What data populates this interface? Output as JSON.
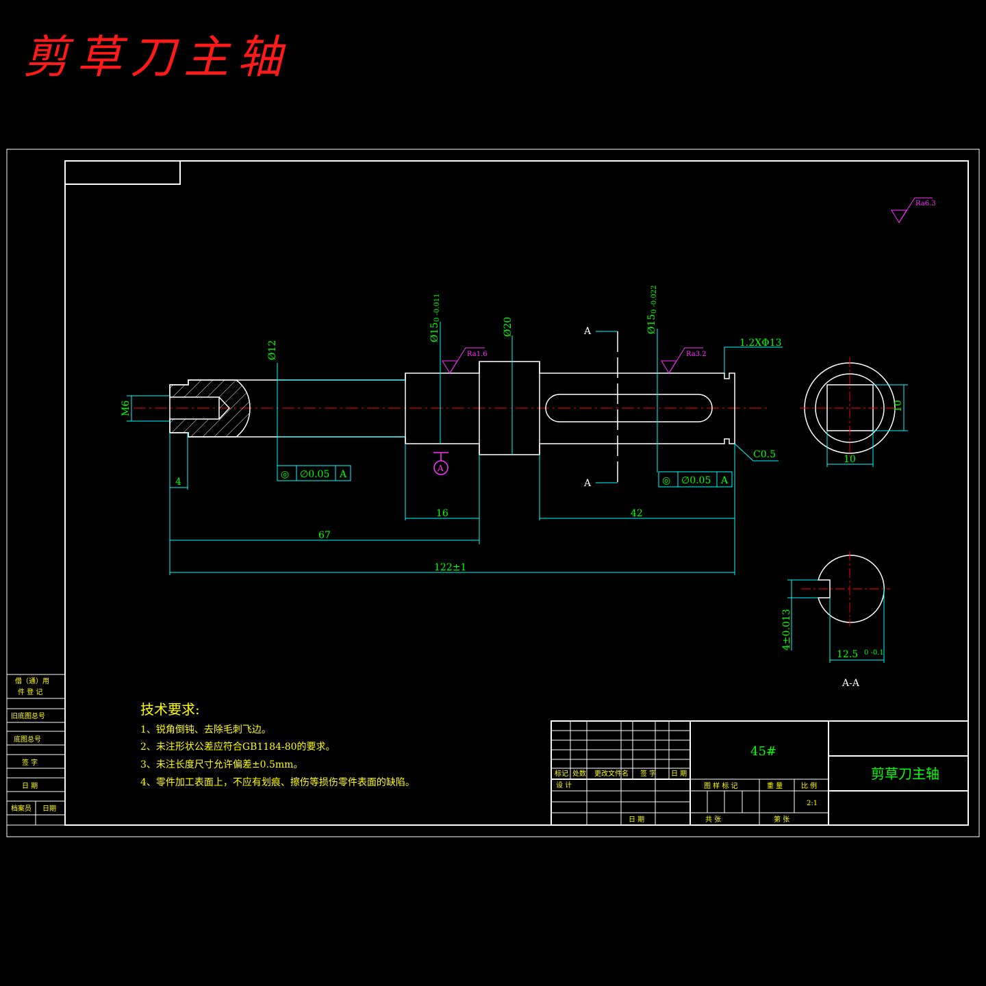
{
  "heading": "剪草刀主轴",
  "shaft_dims": {
    "m6": "M6",
    "d12": "Ø12",
    "d15a": "Ø15",
    "d15a_tol": "0 -0.011",
    "d20": "Ø20",
    "d15b": "Ø15",
    "d15b_tol": "0 -0.022",
    "groove": "1.2XΦ13",
    "chamfer": "C0.5",
    "len4": "4",
    "len16": "16",
    "len42": "42",
    "len67": "67",
    "len122": "122±1",
    "end_sq": "10",
    "end_sq_h": "10",
    "key_w": "4±0.013",
    "key_d": "12.5",
    "key_d_tol": "0 -0.1",
    "section_label": "A-A",
    "section_mark": "A",
    "datum": "A"
  },
  "tolerances": [
    {
      "symbol": "◎",
      "value": "∅0.05",
      "datum": "A"
    },
    {
      "symbol": "◎",
      "value": "∅0.05",
      "datum": "A"
    }
  ],
  "roughness": [
    "Ra1.6",
    "Ra3.2",
    "Ra6.3"
  ],
  "tech_req": {
    "title": "技术要求:",
    "items": [
      "1、锐角倒钝、去除毛刺飞边。",
      "2、未注形状公差应符合GB1184-80的要求。",
      "3、未注长度尺寸允许偏差±0.5mm。",
      "4、零件加工表面上，不应有划痕、擦伤等损伤零件表面的缺陷。"
    ]
  },
  "left_strip": [
    "借（通）用",
    "件 登 记",
    "旧底图总号",
    "底图总号",
    "签  字",
    "日  期",
    "档案员",
    "日期"
  ],
  "title_block": {
    "material": "45#",
    "part_name": "剪草刀主轴",
    "scale": "2:1",
    "rev_headers": [
      "标记",
      "处数",
      "更改文件名",
      "签  字",
      "日 期"
    ],
    "labels": [
      "设  计",
      "日 期",
      "图 样 标 记",
      "重  量",
      "比  例",
      "共      张",
      "第      张"
    ]
  },
  "colors": {
    "frame": "#ffffff",
    "dims": "#00ffff",
    "text": "#00ff00",
    "center": "#ff0000",
    "rough": "#ff33ff",
    "notes": "#ffff00"
  }
}
